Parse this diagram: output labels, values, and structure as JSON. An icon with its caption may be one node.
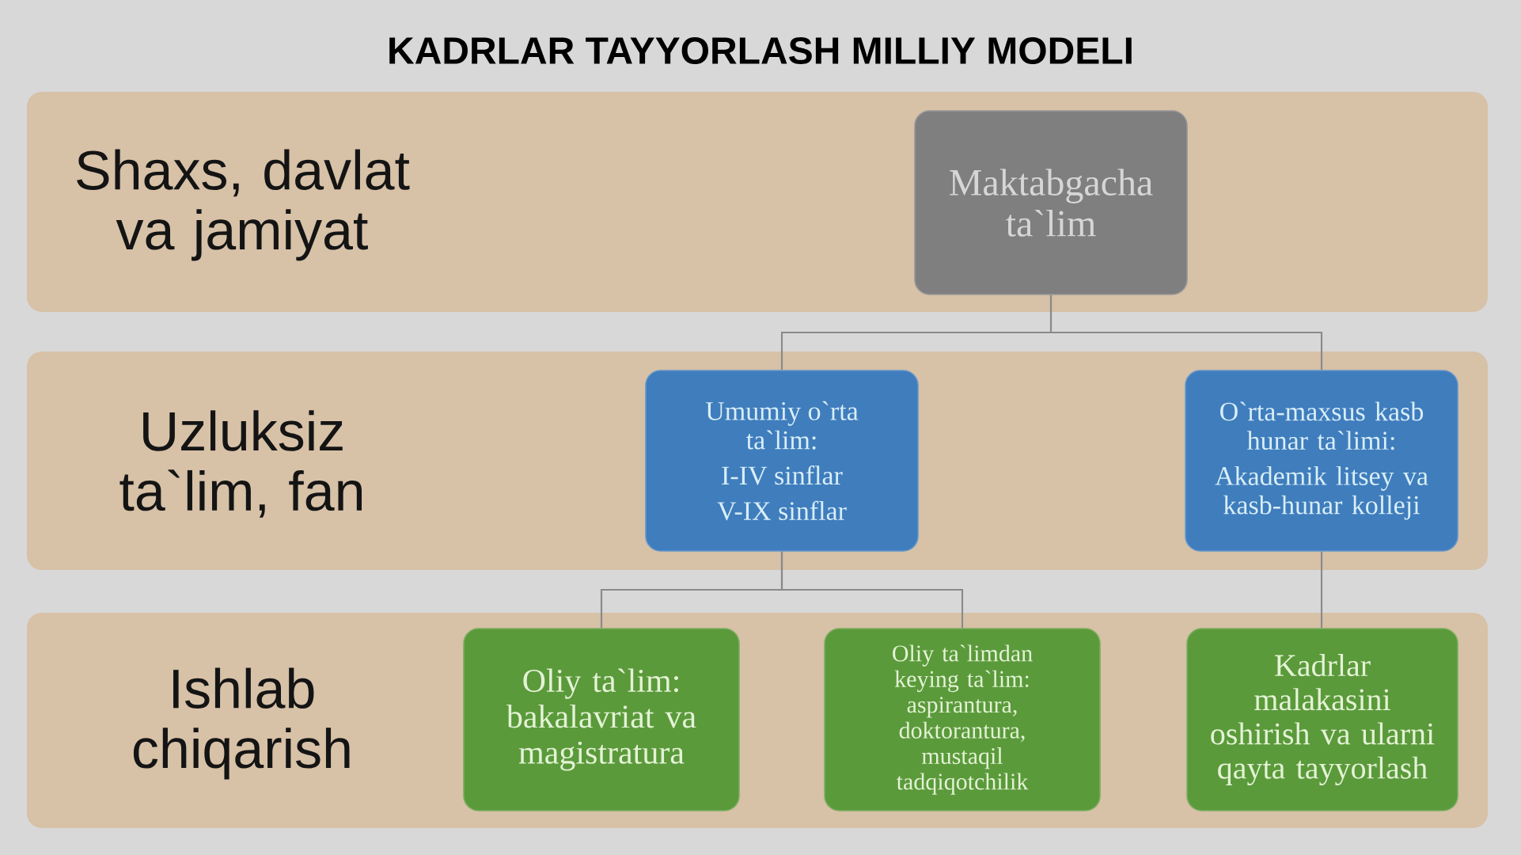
{
  "diagram": {
    "title": "KADRLAR TAYYORLASH MILLIY MODELI",
    "nodes": [
      {
        "text": [
          "Shaxs, davlat va jamiyat"
        ]
      },
      {
        "text": [
          "Maktabgacha ta`lim"
        ],
        "in": 0
      },
      {
        "text": [
          "Uzluksiz ta`lim, fan"
        ]
      },
      {
        "text": [
          "Umumiy o`rta ta`lim:",
          "I-IV sinflar",
          "V-IX sinflar"
        ],
        "in": 2
      },
      {
        "text": [
          "O`rta-maxsus kasb hunar ta`limi:",
          "Akademik litsey va kasb-hunar kolleji"
        ],
        "in": 2
      },
      {
        "text": [
          "Ishlab chiqarish"
        ]
      },
      {
        "text": [
          "Oliy ta`lim: bakalavriat va magistratura"
        ],
        "in": 5
      },
      {
        "text": [
          "Oliy ta`limdan keying ta`lim: aspirantura, doktorantura, mustaqil tadqiqotchilik"
        ],
        "in": 5
      },
      {
        "text": [
          "Kadrlar malakasini oshirish va ularni qayta tayyorlash"
        ],
        "in": 5
      }
    ],
    "edges": [
      {
        "from": 1,
        "to": 3,
        "arrow": "none"
      },
      {
        "from": 1,
        "to": 4,
        "arrow": "none"
      },
      {
        "from": 3,
        "to": 6,
        "arrow": "none"
      },
      {
        "from": 3,
        "to": 7,
        "arrow": "none"
      },
      {
        "from": 4,
        "to": 8,
        "arrow": "none"
      }
    ]
  }
}
